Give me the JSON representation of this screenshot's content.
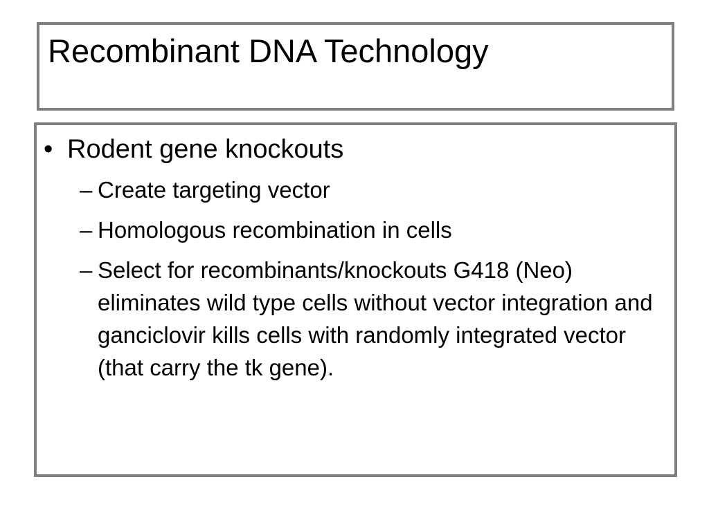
{
  "slide": {
    "title": "Recombinant DNA Technology",
    "bullet_glyph": "•",
    "dash_glyph": "–",
    "main_point": "Rodent gene knockouts",
    "sub_points": [
      "Create targeting vector",
      "Homologous recombination in cells",
      "Select for recombinants/knockouts G418 (Neo) eliminates wild type cells without vector integration and ganciclovir kills cells with randomly integrated vector (that carry the tk gene)."
    ]
  },
  "colors": {
    "border": "#808080",
    "text": "#000000",
    "background": "#ffffff"
  }
}
